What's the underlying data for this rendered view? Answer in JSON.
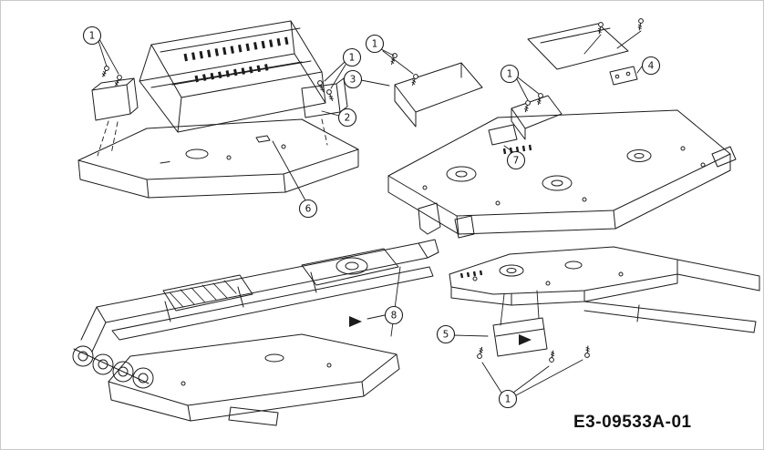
{
  "part_label": {
    "text": "E3-09533A-01"
  },
  "colors": {
    "line": "#1c1c1c",
    "background": "#ffffff"
  },
  "callouts": [
    {
      "label": "1"
    },
    {
      "label": "1"
    },
    {
      "label": "2"
    },
    {
      "label": "6"
    },
    {
      "label": "1"
    },
    {
      "label": "3"
    },
    {
      "label": "1"
    },
    {
      "label": "4"
    },
    {
      "label": "7"
    },
    {
      "label": "8"
    },
    {
      "label": "5"
    },
    {
      "label": "1"
    }
  ]
}
